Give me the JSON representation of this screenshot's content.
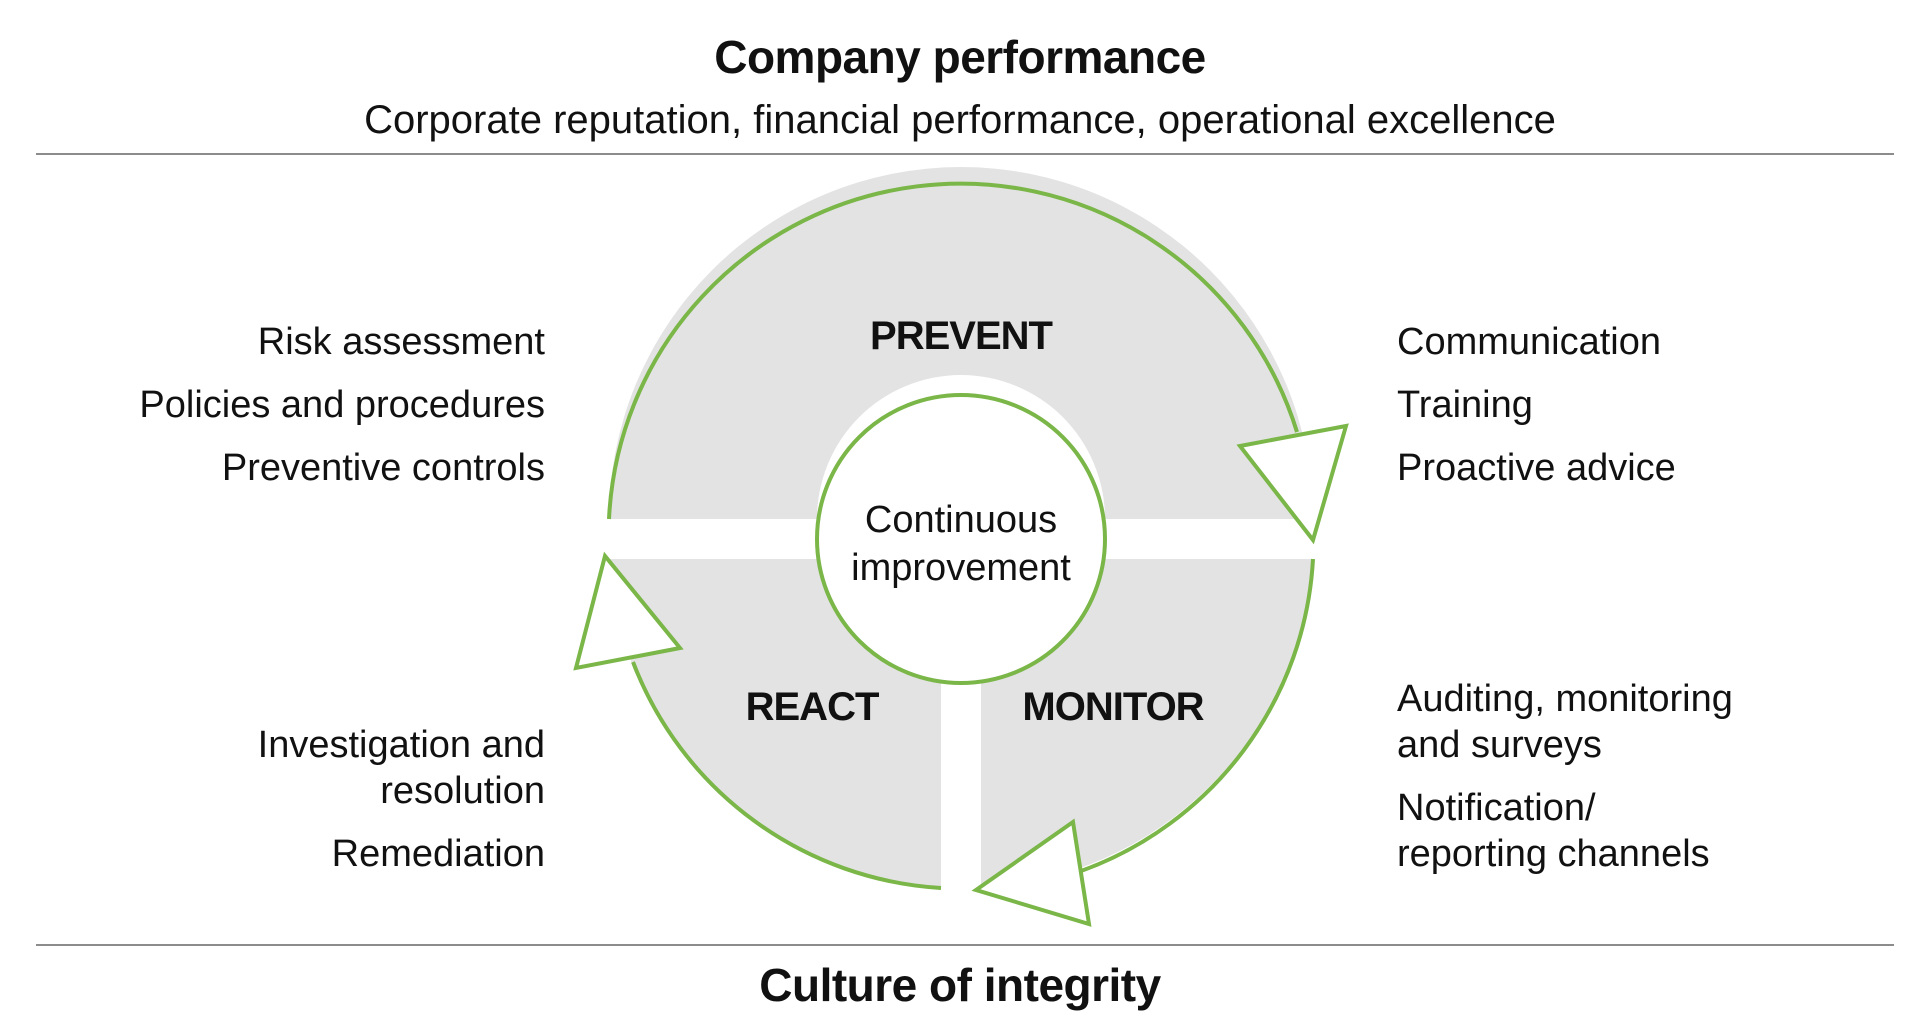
{
  "header": {
    "title": "Company performance",
    "subtitle": "Corporate reputation, financial performance, operational excellence"
  },
  "footer": {
    "title": "Culture of integrity"
  },
  "cycle": {
    "center_label_line1": "Continuous",
    "center_label_line2": "improvement",
    "segments": {
      "prevent": "PREVENT",
      "react": "REACT",
      "monitor": "MONITOR"
    }
  },
  "lists": {
    "prevent": [
      "Risk assessment",
      "Policies and procedures",
      "Preventive controls"
    ],
    "communicate": [
      "Communication",
      "Training",
      "Proactive advice"
    ],
    "react": [
      "Investigation and resolution",
      "Remediation"
    ],
    "monitor": [
      "Auditing, monitoring and surveys",
      "Notification/ reporting channels"
    ]
  },
  "colors": {
    "accent_green": "#7ab648",
    "segment_fill": "#e3e3e3",
    "rule_gray": "#8c8c8c"
  },
  "icons": {
    "arrow": "triangle-arrow-icon"
  }
}
